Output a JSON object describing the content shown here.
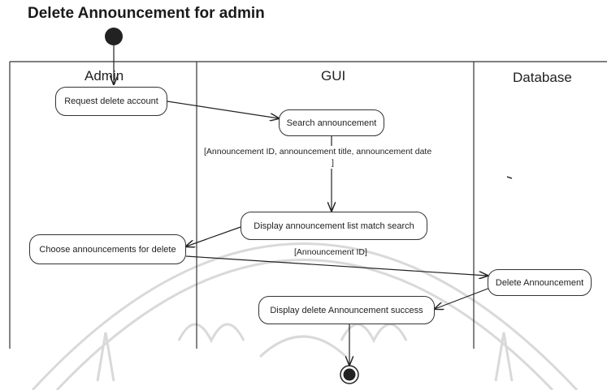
{
  "title": "Delete Announcement for admin",
  "lanes": [
    "Admin",
    "GUI",
    "Database"
  ],
  "nodes": {
    "request_delete": "Request delete account",
    "search": "Search announcement",
    "display_list": "Display announcement list match search",
    "choose": "Choose announcements for delete",
    "delete": "Delete Announcement",
    "display_success": "Display delete Announcement success"
  },
  "guards": {
    "search_fields_line1": "[Announcement ID, announcement title, announcement date",
    "search_fields_line2": "]",
    "selected_id": "[Announcement ID]"
  },
  "colors": {
    "ink": "#222222",
    "watermark": "#d6d6d6"
  }
}
